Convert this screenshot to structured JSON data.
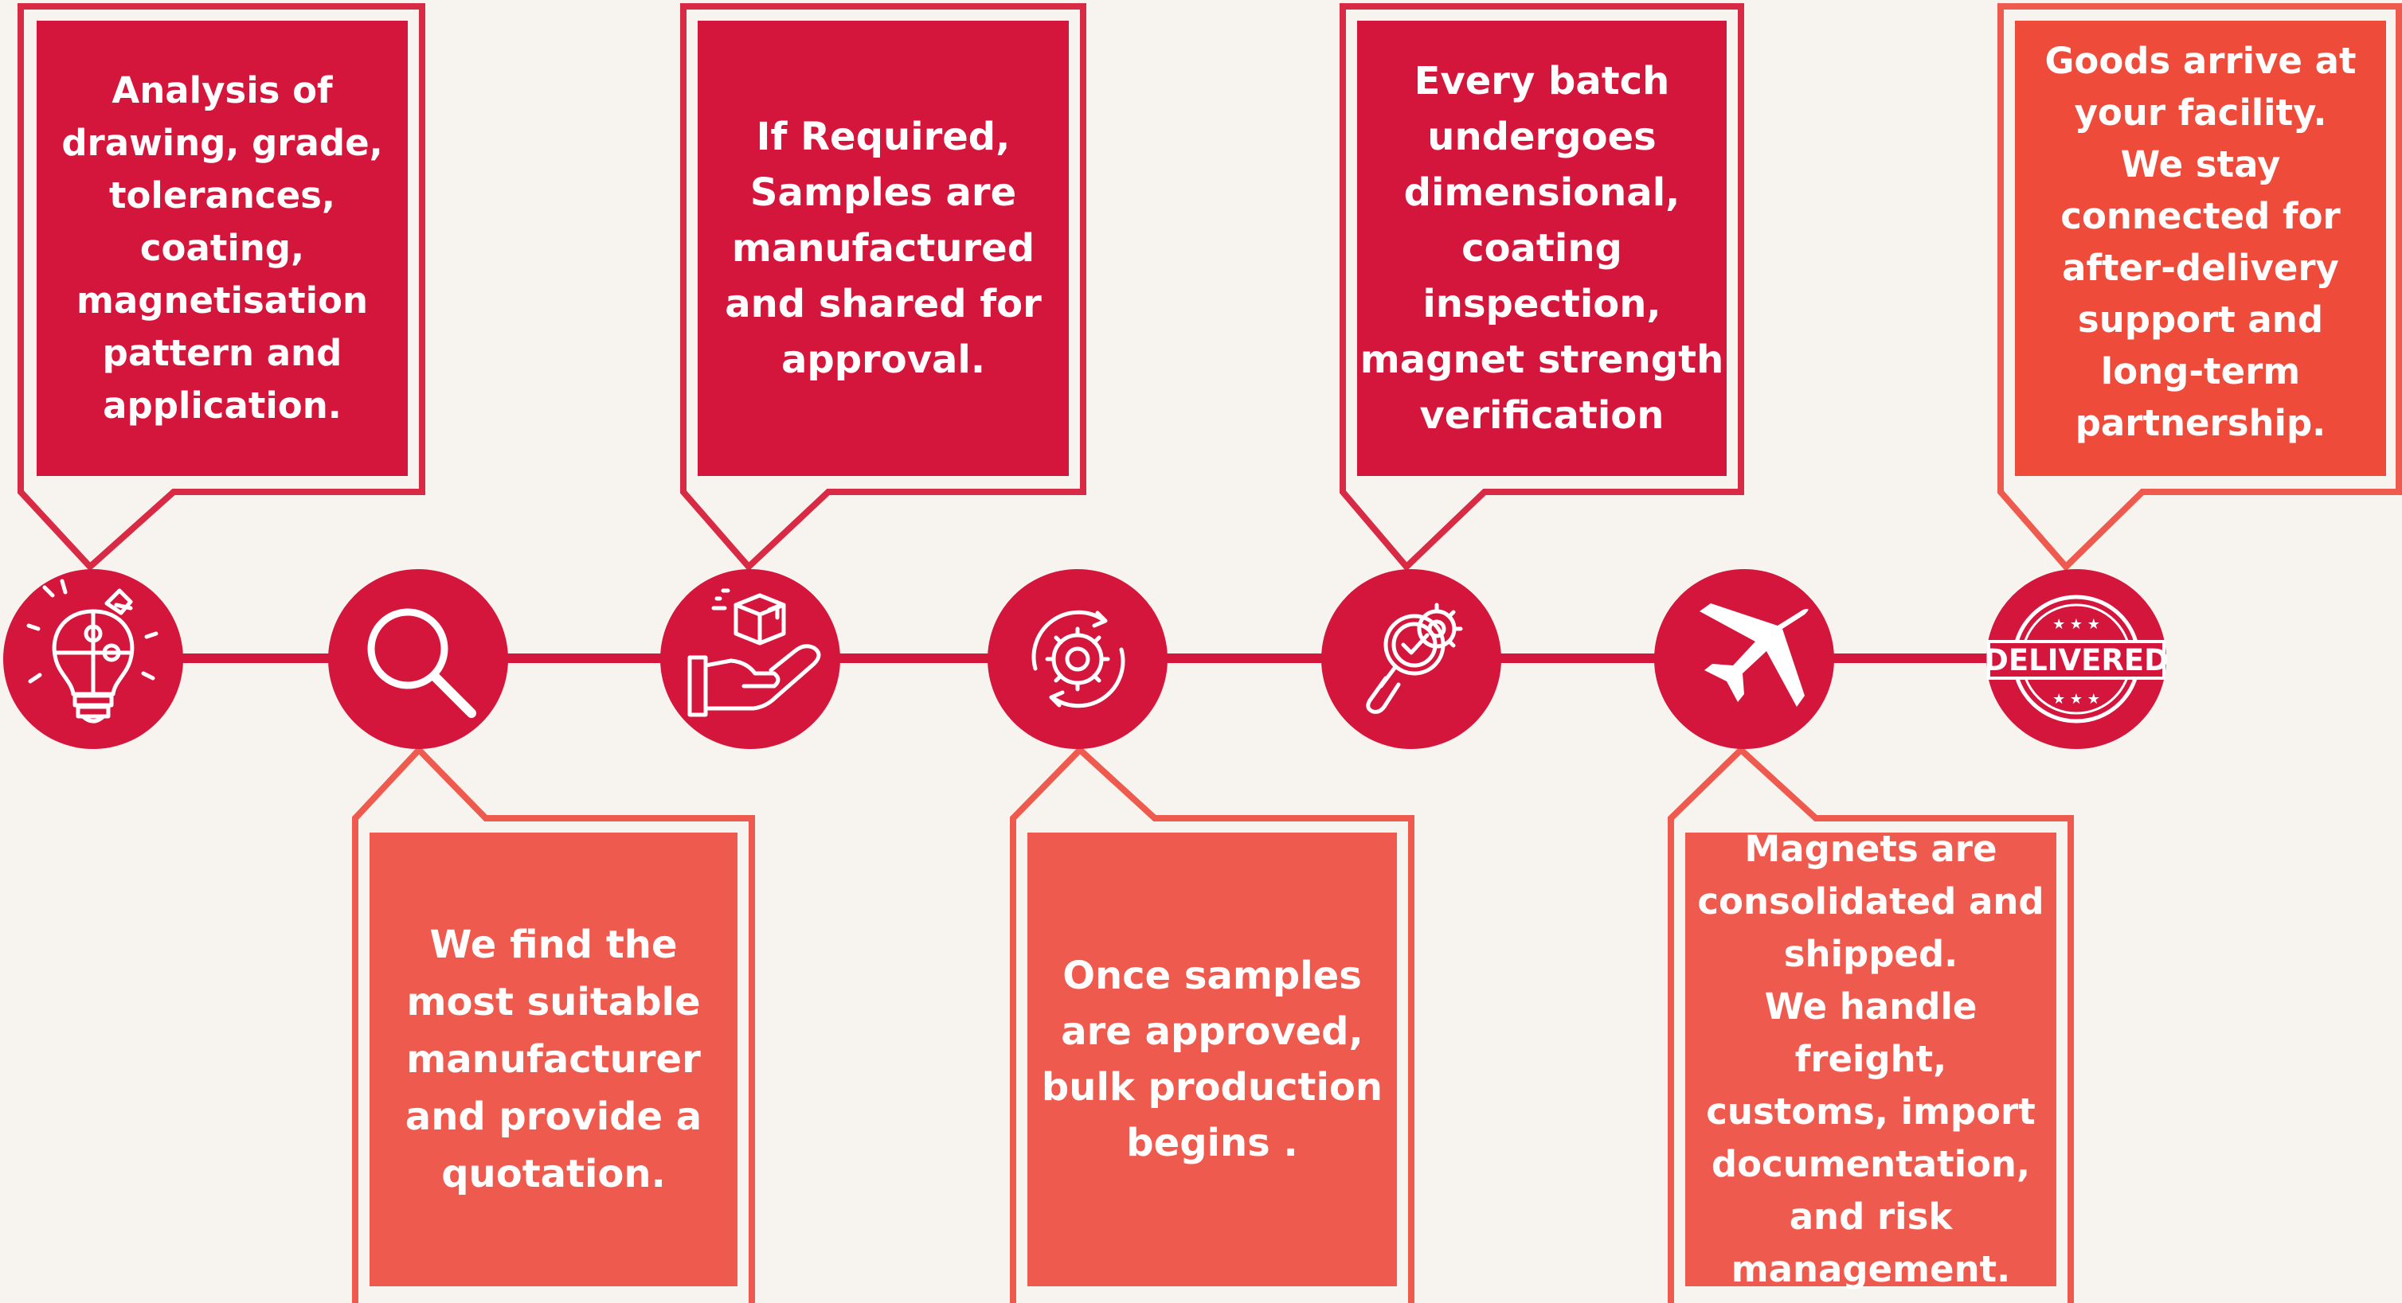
{
  "colors": {
    "background": "#f7f3ee",
    "crimson": "#d4163c",
    "crimson_outline": "#d92a45",
    "coral": "#ef5a4e",
    "coral_outline": "#ef5a4e",
    "orange_red": "#ee4b3a",
    "line": "#d4163c"
  },
  "steps": [
    {
      "id": "analysis",
      "icon": "lightbulb-puzzle-icon",
      "text": "Analysis of\ndrawing, grade,\ntolerances,\ncoating,\nmagnetisation\npattern and\napplication."
    },
    {
      "id": "sourcing",
      "icon": "magnifier-icon",
      "text": "We find the\nmost suitable\nmanufacturer\nand provide a\nquotation."
    },
    {
      "id": "samples",
      "icon": "hand-box-icon",
      "text": "If Required,\nSamples are\nmanufactured\nand shared for\napproval."
    },
    {
      "id": "production",
      "icon": "gear-cycle-icon",
      "text": "Once samples\nare approved,\nbulk production\nbegins ."
    },
    {
      "id": "inspection",
      "icon": "inspection-magnifier-gear-icon",
      "text": "Every batch\nundergoes\ndimensional,\ncoating\ninspection,\nmagnet strength\nverification"
    },
    {
      "id": "shipping",
      "icon": "airplane-icon",
      "text": "Magnets are\nconsolidated and\nshipped.\nWe handle freight,\ncustoms, import\ndocumentation,\nand risk\nmanagement."
    },
    {
      "id": "delivery",
      "icon": "delivered-stamp-icon",
      "text": "Goods arrive at\nyour facility.\nWe stay\nconnected for\nafter-delivery\nsupport and\nlong-term\npartnership."
    }
  ],
  "stamp": {
    "label": "DELIVERED",
    "stars": "★ ★ ★"
  }
}
